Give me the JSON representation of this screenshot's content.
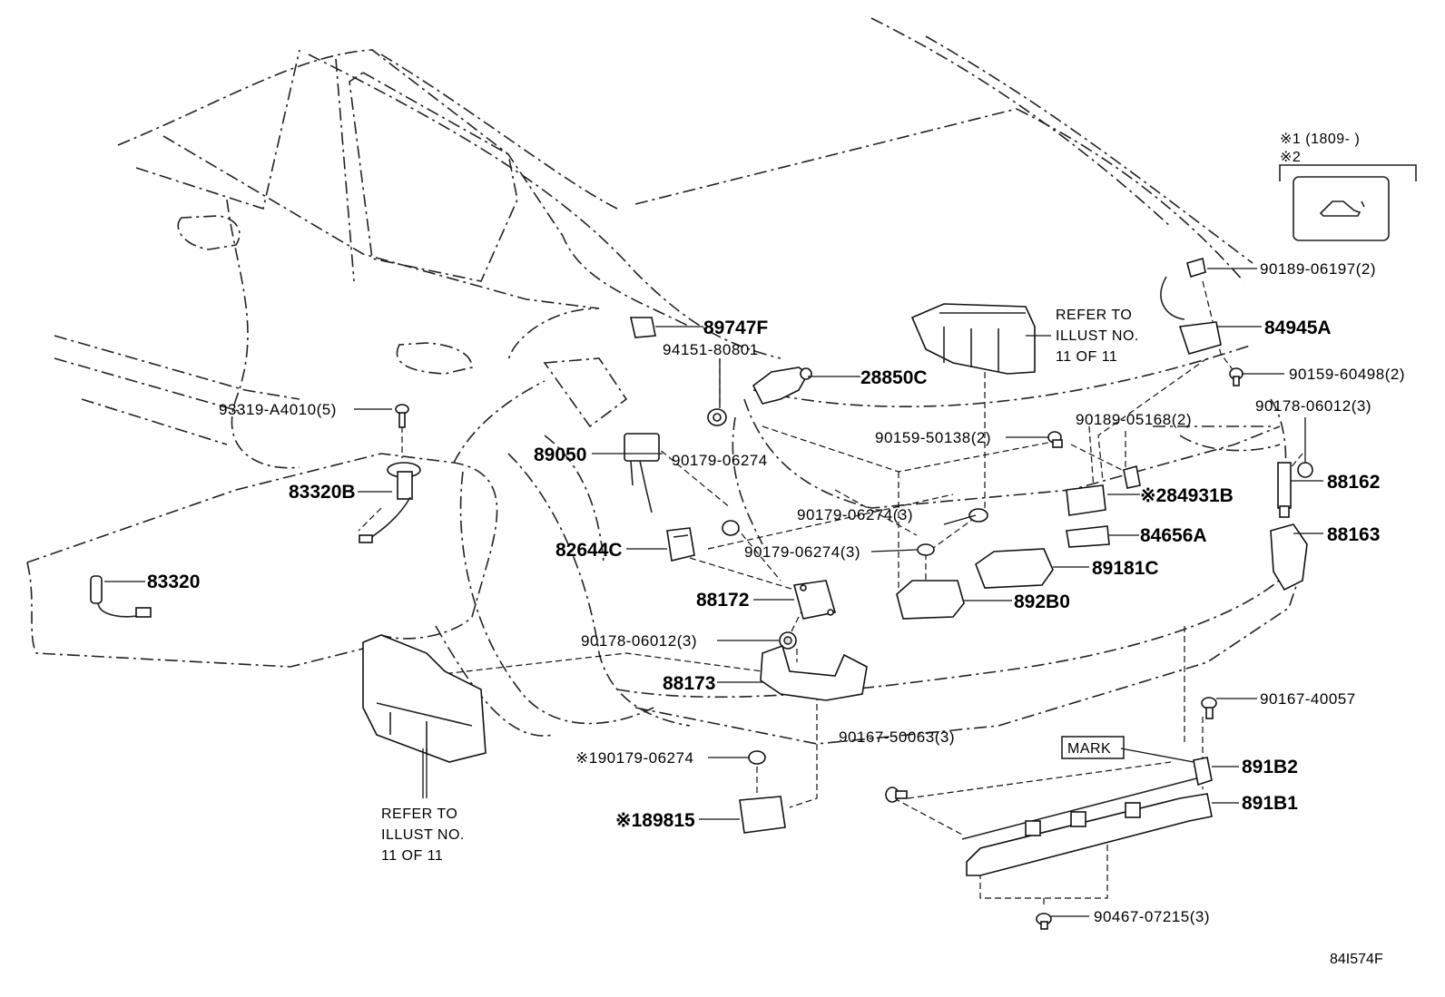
{
  "legend": {
    "line1": "※1 (1809-          )",
    "line2": "※2"
  },
  "refer_notes": {
    "top": [
      "REFER TO",
      "ILLUST NO.",
      "11 OF 11"
    ],
    "bottom": [
      "REFER TO",
      "ILLUST NO.",
      "11 OF 11"
    ]
  },
  "labels": {
    "p93319": "93319-A4010(5)",
    "p83320B": "83320B",
    "p83320": "83320",
    "p89747F": "89747F",
    "p94151": "94151-80801",
    "p28850C": "28850C",
    "p89050": "89050",
    "p90179a": "90179-06274",
    "p82644C": "82644C",
    "p90179b": "90179-06274(3)",
    "p90179c": "90179-06274(3)",
    "p88172": "88172",
    "p90178a": "90178-06012(3)",
    "p88173": "88173",
    "p90179d": "※190179-06274",
    "p89815": "※189815",
    "p90159a": "90159-50138(2)",
    "p90189a": "90189-05168(2)",
    "p84931B": "※284931B",
    "p84656A": "84656A",
    "p89181C": "89181C",
    "p892B0": "892B0",
    "p90189b": "90189-06197(2)",
    "p84945A": "84945A",
    "p90159b": "90159-60498(2)",
    "p90178b": "90178-06012(3)",
    "p88162": "88162",
    "p88163": "88163",
    "p90167a": "90167-40057",
    "p90167b": "90167-50063(3)",
    "mark": "MARK",
    "p891B2": "891B2",
    "p891B1": "891B1",
    "p90467": "90467-07215(3)"
  },
  "figure_id": "84I574F"
}
